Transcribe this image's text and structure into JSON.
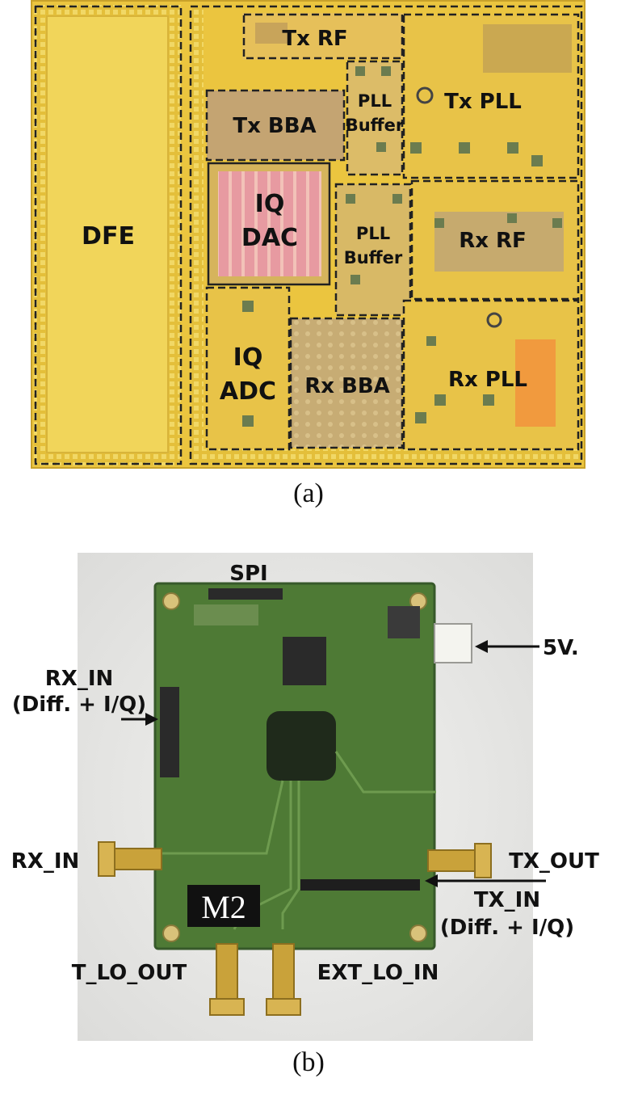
{
  "panel_a": {
    "caption": "(a)",
    "blocks": {
      "tx_rf": "Tx RF",
      "pll_buffer_top_1": "PLL",
      "pll_buffer_top_2": "Buffer",
      "tx_pll": "Tx PLL",
      "tx_bba": "Tx BBA",
      "dfe": "DFE",
      "iq_dac_1": "IQ",
      "iq_dac_2": "DAC",
      "pll_buffer_mid_1": "PLL",
      "pll_buffer_mid_2": "Buffer",
      "rx_rf": "Rx RF",
      "iq_adc_1": "IQ",
      "iq_adc_2": "ADC",
      "rx_bba": "Rx BBA",
      "rx_pll": "Rx PLL"
    },
    "colors": {
      "die": "#e9c33c",
      "dark_block": "#b79a66",
      "dac": "#e89aa0",
      "orange_pad": "#f19a3e"
    }
  },
  "panel_b": {
    "caption": "(b)",
    "labels": {
      "spi": "SPI",
      "five_v": "5V.",
      "rx_in_diff_1": "RX_IN",
      "rx_in_diff_2": "(Diff. + I/Q)",
      "rx_in": "RX_IN",
      "tx_out": "TX_OUT",
      "tx_in_1": "TX_IN",
      "tx_in_2": "(Diff. + I/Q)",
      "t_lo_out": "T_LO_OUT",
      "ext_lo_in": "EXT_LO_IN",
      "board_logo": "M2"
    },
    "colors": {
      "pcb": "#4e7a35",
      "connector": "#c9a23a",
      "backdrop": "#eeeeec"
    }
  }
}
